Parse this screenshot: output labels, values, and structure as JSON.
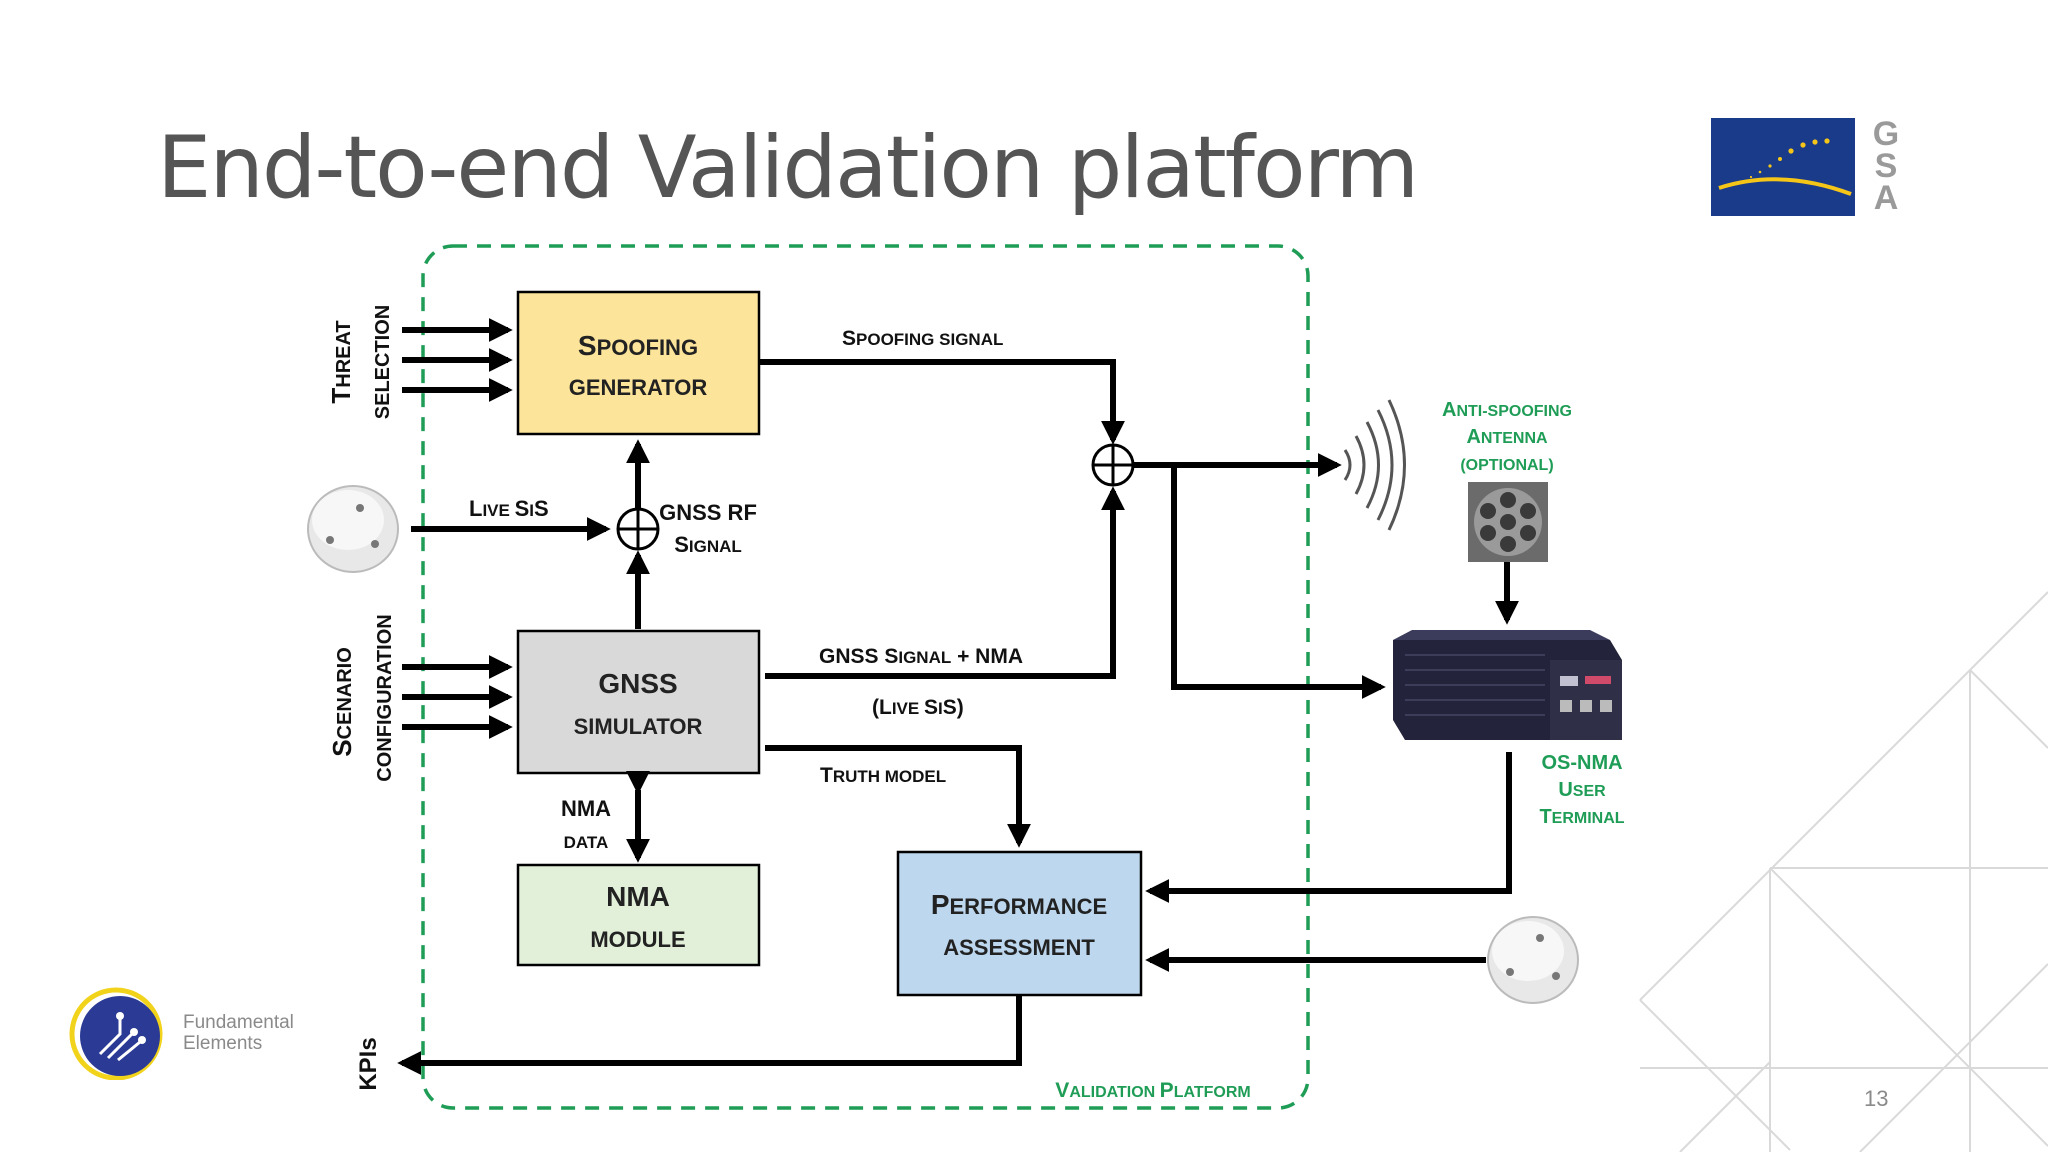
{
  "slide": {
    "title": "End-to-end Validation platform",
    "page_number": "13",
    "gsa_letters": [
      "G",
      "S",
      "A"
    ],
    "fundamental_elements": [
      "Fundamental",
      "Elements"
    ]
  },
  "diagram": {
    "blocks": {
      "spoofing_generator": {
        "line1_cap": "S",
        "line1_rest": "POOFING",
        "line2": "GENERATOR",
        "color": "#fce49a"
      },
      "gnss_simulator": {
        "line1": "GNSS",
        "line2": "SIMULATOR",
        "color": "#d9d9d9"
      },
      "nma_module": {
        "line1": "NMA",
        "line2": "MODULE",
        "color": "#e2f0d9"
      },
      "performance_assessment": {
        "line1_cap": "P",
        "line1_rest": "ERFORMANCE",
        "line2": "ASSESSMENT",
        "color": "#bdd7ee"
      }
    },
    "labels": {
      "threat_cap": "T",
      "threat_rest": "HREAT",
      "selection": "SELECTION",
      "scenario_cap": "S",
      "scenario_rest": "CENARIO",
      "configuration": "CONFIGURATION",
      "spoofing_signal_cap": "S",
      "spoofing_signal_rest": "POOFING SIGNAL",
      "live_sis_cap": "L",
      "live_sis_rest": "IVE ",
      "live_sis_s": "S",
      "live_sis_i": "I",
      "live_sis_s2": "S",
      "gnss_rf": "GNSS RF",
      "signal_cap": "S",
      "signal_rest": "IGNAL",
      "gnss_signal_nma_a": "GNSS S",
      "gnss_signal_nma_b": "IGNAL",
      "gnss_signal_nma_c": " + NMA",
      "live_sis_paren_a": "(L",
      "live_sis_paren_b": "IVE ",
      "live_sis_paren_c": "S",
      "live_sis_paren_d": "I",
      "live_sis_paren_e": "S)",
      "truth_cap": "T",
      "truth_rest": "RUTH MODEL",
      "nma": "NMA",
      "data": "DATA",
      "kpis": "KPIs",
      "validation_cap1": "V",
      "validation_rest1": "ALIDATION ",
      "validation_cap2": "P",
      "validation_rest2": "LATFORM",
      "anti_spoofing_cap": "A",
      "anti_spoofing_rest": "NTI-SPOOFING",
      "antenna_cap": "A",
      "antenna_rest": "NTENNA",
      "optional": "(OPTIONAL)",
      "osnma": "OS-NMA",
      "user_cap": "U",
      "user_rest": "SER",
      "terminal_cap": "T",
      "terminal_rest": "ERMINAL"
    },
    "colors": {
      "validation_border": "#1f9d57",
      "green_text": "#1f9d57",
      "arrow": "#000000"
    }
  }
}
